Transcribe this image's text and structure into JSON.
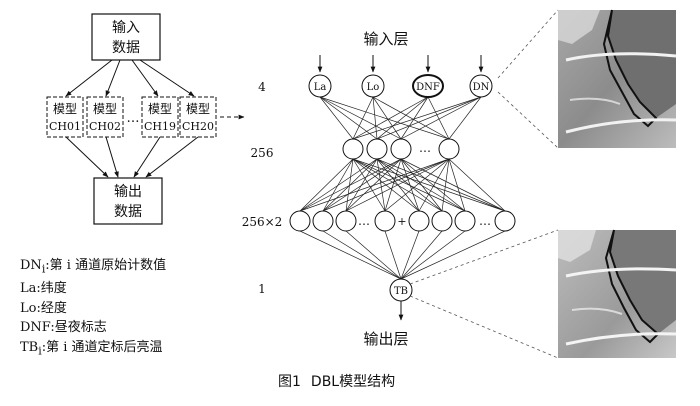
{
  "flow": {
    "input_box": [
      "输入",
      "数据"
    ],
    "models": [
      {
        "line1": "模型",
        "line2": "CH01"
      },
      {
        "line1": "模型",
        "line2": "CH02"
      },
      {
        "line1": "模型",
        "line2": "CH19"
      },
      {
        "line1": "模型",
        "line2": "CH20"
      }
    ],
    "ellipsis": "…",
    "output_box": [
      "输出",
      "数据"
    ]
  },
  "network": {
    "input_title": "输入层",
    "output_title": "输出层",
    "input_nodes": [
      "La",
      "Lo",
      "DNF",
      "DN"
    ],
    "output_node": "TB",
    "layer_sizes": [
      "4",
      "256",
      "256×2",
      "1"
    ],
    "ellipsis": "…",
    "plus_sign": "+"
  },
  "legend": [
    {
      "term": "DN",
      "sub": "i",
      "desc": ":第 i 通道原始计数值"
    },
    {
      "term": "La",
      "sub": "",
      "desc": ":纬度"
    },
    {
      "term": "Lo",
      "sub": "",
      "desc": ":经度"
    },
    {
      "term": "DNF",
      "sub": "",
      "desc": ":昼夜标志"
    },
    {
      "term": "TB",
      "sub": "i",
      "desc": ":第 i 通道定标后亮温"
    }
  ],
  "caption": {
    "number": "图1",
    "title": "DBL模型结构"
  },
  "images": [
    "satellite-image-input",
    "satellite-image-output"
  ]
}
